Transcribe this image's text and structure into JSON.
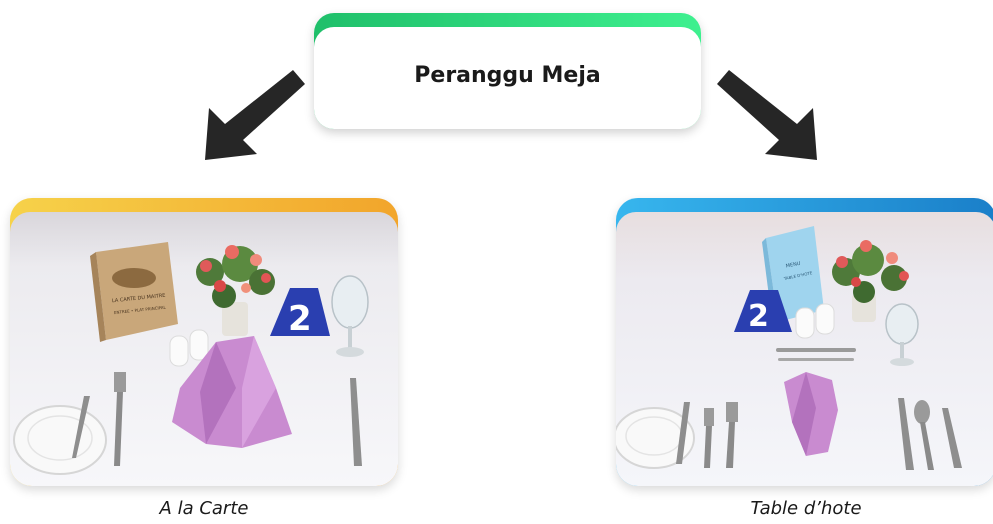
{
  "title": "Peranggu Meja",
  "left": {
    "caption": "A la Carte",
    "table_number": "2",
    "menu_text": [
      "LA CARTE DU MAITRE",
      "ENTREE • PLAT PRINCIPAL"
    ],
    "accent": "#f2a52b"
  },
  "right": {
    "caption": "Table d’hote",
    "table_number": "2",
    "menu_text": [
      "MENU",
      "TABLE D'HOTE"
    ],
    "accent": "#1a7fc9"
  },
  "colors": {
    "title_gradient": [
      "#1fbf6a",
      "#3ef08f"
    ],
    "arrow": "#262626",
    "napkin": "#c98bd0",
    "number_card": "#2a3fb0"
  },
  "icons": [
    "arrow-down-left-icon",
    "arrow-down-right-icon"
  ]
}
